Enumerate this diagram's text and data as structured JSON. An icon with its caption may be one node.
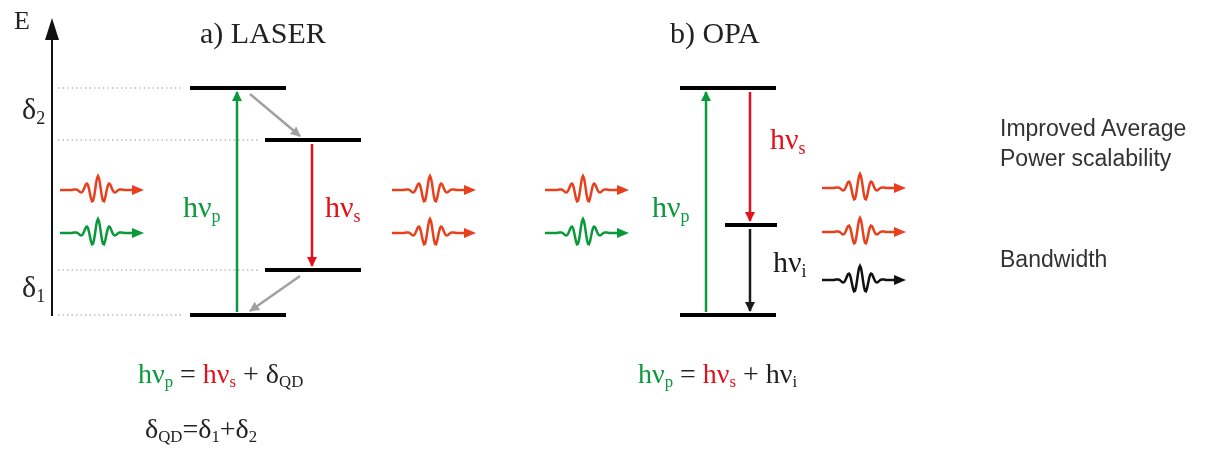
{
  "diagram": {
    "nodes": [
      {
        "text": [],
        "shape": "bar"
      },
      {
        "text": [],
        "shape": "bar"
      },
      {
        "text": [],
        "shape": "bar"
      },
      {
        "text": [],
        "shape": "bar"
      },
      {
        "text": [],
        "shape": "bar"
      },
      {
        "text": [],
        "shape": "bar"
      },
      {
        "text": [],
        "shape": "bar"
      }
    ],
    "edges": [
      {
        "from": 3,
        "to": 0,
        "arrow": "to",
        "label": "hν$_{p}$",
        "color": "#0a9a3c"
      },
      {
        "from": 0,
        "to": 1,
        "arrow": "to",
        "color": "#a0a0a0"
      },
      {
        "from": 1,
        "to": 2,
        "arrow": "to",
        "label": "hν$_{s}$",
        "color": "#e5101c"
      },
      {
        "from": 2,
        "to": 3,
        "arrow": "to",
        "color": "#a0a0a0"
      },
      {
        "from": 6,
        "to": 4,
        "arrow": "to",
        "label": "hν$_{p}$",
        "color": "#0a9a3c"
      },
      {
        "from": 4,
        "to": 5,
        "arrow": "to",
        "label": "hν$_{s}$",
        "color": "#e5101c"
      },
      {
        "from": 5,
        "to": 6,
        "arrow": "to",
        "label": "hν$_{i}$",
        "color": "#1a1a1a"
      }
    ],
    "labels": [
      "E",
      "a) LASER",
      "b) OPA",
      "δ$_{2}$",
      "δ$_{1}$",
      "Improved Average Power scalability",
      "Bandwidth",
      "hν$_{p}$ = hν$_{s}$ + δ$_{QD}$",
      "δ$_{QD}$=δ$_{1}$+δ$_{2}$",
      "hν$_{p}$ = hν$_{s}$ + hν$_{i}$"
    ]
  }
}
